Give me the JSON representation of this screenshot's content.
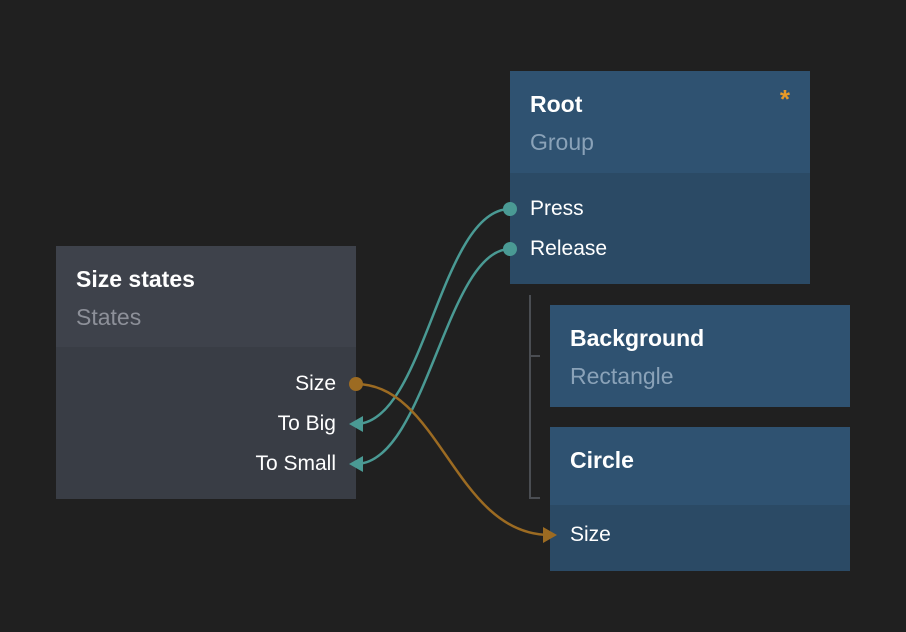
{
  "nodes": {
    "states": {
      "title": "Size states",
      "type": "States",
      "ports": {
        "size": "Size",
        "to_big": "To Big",
        "to_small": "To Small"
      }
    },
    "root": {
      "title": "Root",
      "type": "Group",
      "badge": "*",
      "ports": {
        "press": "Press",
        "release": "Release"
      }
    },
    "background": {
      "title": "Background",
      "type": "Rectangle"
    },
    "circle": {
      "title": "Circle",
      "ports": {
        "size": "Size"
      }
    }
  },
  "connections": [
    {
      "from": "Root.Press",
      "to": "Size states.To Big",
      "kind": "signal",
      "color": "#4a9a94"
    },
    {
      "from": "Root.Release",
      "to": "Size states.To Small",
      "kind": "signal",
      "color": "#4a9a94"
    },
    {
      "from": "Size states.Size",
      "to": "Circle.Size",
      "kind": "value",
      "color": "#9c6b22"
    }
  ],
  "colors": {
    "canvas": "#202020",
    "logic_node": "#3b3f47",
    "visual_node": "#2f5271",
    "signal_wire": "#4a9a94",
    "value_wire": "#9c6b22",
    "accent": "#e89a27"
  }
}
